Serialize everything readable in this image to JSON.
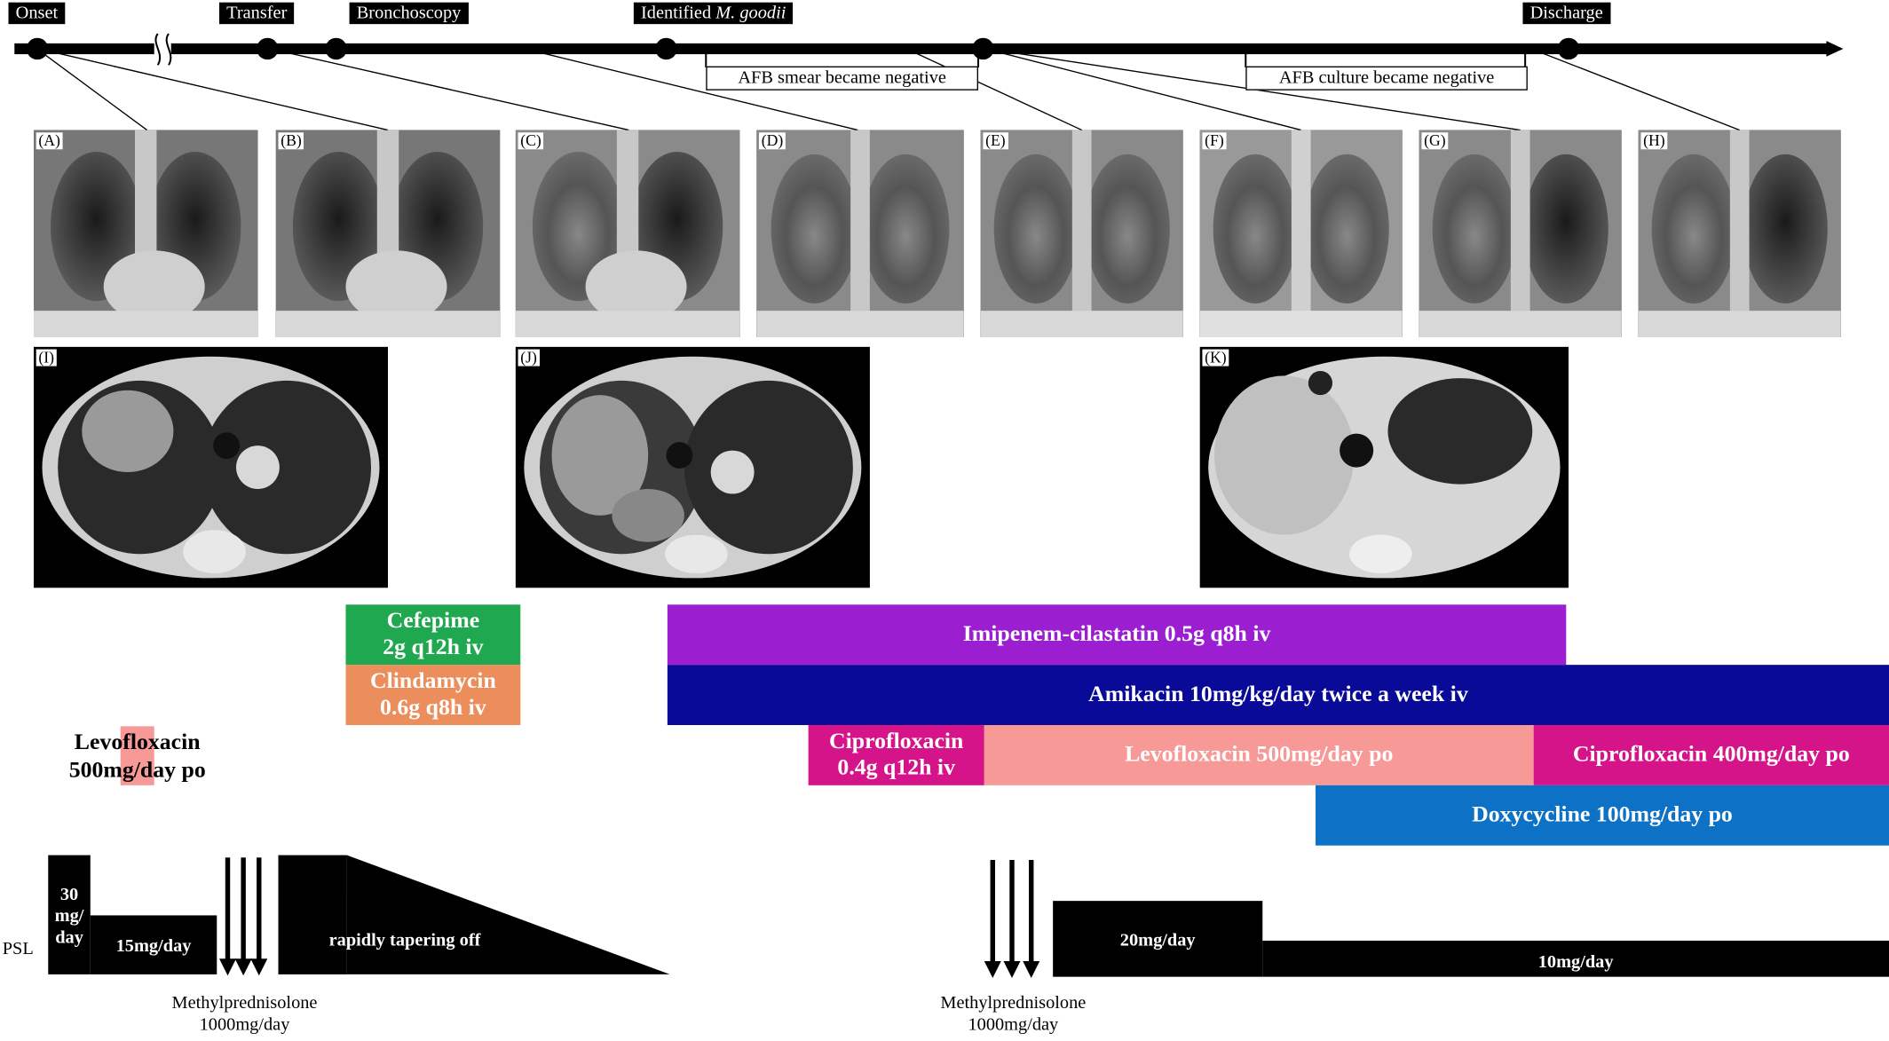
{
  "timeline": {
    "events": {
      "onset": "Onset",
      "transfer": "Transfer",
      "bronchoscopy": "Bronchoscopy",
      "identified_prefix": "Identified ",
      "identified_species": "M. goodii",
      "discharge": "Discharge"
    },
    "afb_smear": "AFB smear became negative",
    "afb_culture": "AFB culture became negative"
  },
  "xrays": [
    "(A)",
    "(B)",
    "(C)",
    "(D)",
    "(E)",
    "(F)",
    "(G)",
    "(H)"
  ],
  "cts": [
    "(I)",
    "(J)",
    "(K)"
  ],
  "drugs": {
    "cefepime_1": "Cefepime",
    "cefepime_2": "2g q12h iv",
    "clindamycin_1": "Clindamycin",
    "clindamycin_2": "0.6g q8h iv",
    "levofloxacin_early_1": "Levofloxacin",
    "levofloxacin_early_2": "500mg/day po",
    "imipenem": "Imipenem-cilastatin 0.5g q8h iv",
    "amikacin": "Amikacin 10mg/kg/day twice a week iv",
    "ciprofloxacin_iv_1": "Ciprofloxacin",
    "ciprofloxacin_iv_2": "0.4g q12h iv",
    "levofloxacin_late": "Levofloxacin 500mg/day po",
    "ciprofloxacin_po": "Ciprofloxacin 400mg/day po",
    "doxycycline": "Doxycycline 100mg/day po"
  },
  "psl": {
    "label": "PSL",
    "dose_30_1": "30",
    "dose_30_2": "mg/",
    "dose_30_3": "day",
    "dose_15": "15mg/day",
    "taper": "rapidly tapering off",
    "dose_20": "20mg/day",
    "dose_10": "10mg/day",
    "methyl_1a": "Methylprednisolone",
    "methyl_1b": "1000mg/day",
    "methyl_2a": "Methylprednisolone",
    "methyl_2b": "1000mg/day"
  },
  "colors": {
    "cefepime": "#1fa84f",
    "clindamycin": "#ec8d5c",
    "levofloxacin": "#f79a97",
    "imipenem": "#9b1fd1",
    "amikacin": "#0a0a98",
    "ciprofloxacin": "#d5148a",
    "doxycycline": "#0d72c5"
  }
}
